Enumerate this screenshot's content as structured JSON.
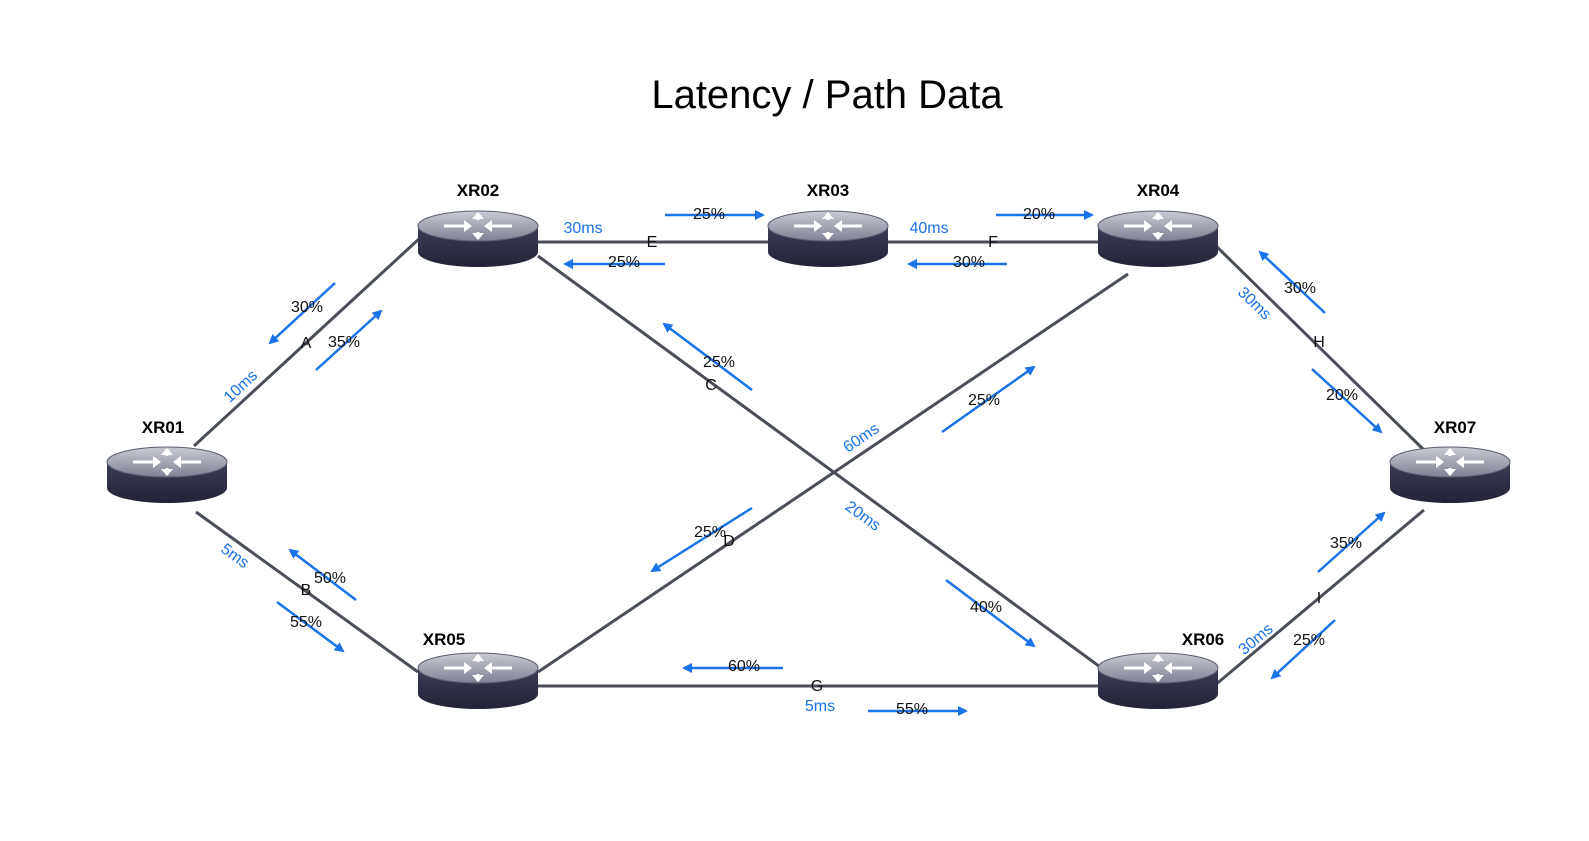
{
  "title": "Latency / Path Data",
  "colors": {
    "link": "#4a4e59",
    "arrow": "#1a73e8",
    "latency": "#1a73e8"
  },
  "routers": [
    {
      "id": "XR01",
      "label": "XR01"
    },
    {
      "id": "XR02",
      "label": "XR02"
    },
    {
      "id": "XR03",
      "label": "XR03"
    },
    {
      "id": "XR04",
      "label": "XR04"
    },
    {
      "id": "XR05",
      "label": "XR05"
    },
    {
      "id": "XR06",
      "label": "XR06"
    },
    {
      "id": "XR07",
      "label": "XR07"
    }
  ],
  "links": [
    {
      "id": "A",
      "label": "A",
      "from": "XR01",
      "to": "XR02",
      "latency": "10ms",
      "forward": "35%",
      "reverse": "30%"
    },
    {
      "id": "B",
      "label": "B",
      "from": "XR01",
      "to": "XR05",
      "latency": "5ms",
      "forward": "55%",
      "reverse": "50%"
    },
    {
      "id": "C",
      "label": "C",
      "from": "XR02",
      "to": "XR06",
      "latency": "20ms",
      "forward": "40%",
      "reverse": "25%"
    },
    {
      "id": "D",
      "label": "D",
      "from": "XR05",
      "to": "XR04",
      "latency": "60ms",
      "forward": "25%",
      "reverse": "25%"
    },
    {
      "id": "E",
      "label": "E",
      "from": "XR02",
      "to": "XR03",
      "latency": "30ms",
      "forward": "25%",
      "reverse": "25%"
    },
    {
      "id": "F",
      "label": "F",
      "from": "XR03",
      "to": "XR04",
      "latency": "40ms",
      "forward": "20%",
      "reverse": "30%"
    },
    {
      "id": "G",
      "label": "G",
      "from": "XR05",
      "to": "XR06",
      "latency": "5ms",
      "forward": "55%",
      "reverse": "60%"
    },
    {
      "id": "H",
      "label": "H",
      "from": "XR04",
      "to": "XR07",
      "latency": "30ms",
      "forward": "20%",
      "reverse": "30%"
    },
    {
      "id": "I",
      "label": "I",
      "from": "XR06",
      "to": "XR07",
      "latency": "30ms",
      "forward": "35%",
      "reverse": "25%"
    }
  ]
}
